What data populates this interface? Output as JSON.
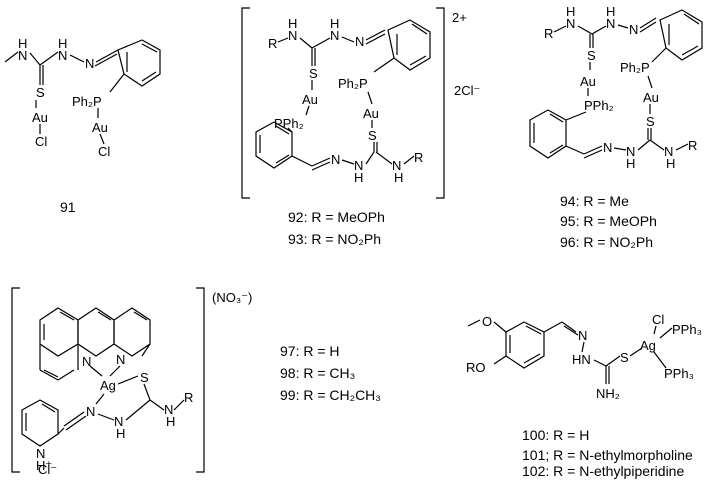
{
  "compounds": [
    {
      "id": "91",
      "labels": []
    },
    {
      "id": "92-93",
      "charge": "2+",
      "counterion": "2Cl⁻",
      "labels": [
        "92: R = MeOPh",
        "93: R = NO₂Ph"
      ]
    },
    {
      "id": "94-96",
      "labels": [
        "94: R = Me",
        "95: R = MeOPh",
        "96: R = NO₂Ph"
      ]
    },
    {
      "id": "97-99",
      "counterion": "(NO₃⁻)",
      "chloride": "Cl⁻",
      "labels": [
        "97: R = H",
        "98: R = CH₃",
        "99: R = CH₂CH₃"
      ]
    },
    {
      "id": "100-102",
      "labels": [
        "100: R = H",
        "101; R = N-ethylmorpholine",
        "102: R = N-ethylpiperidine"
      ]
    }
  ],
  "compound_91_number": "91",
  "atoms": {
    "H": "H",
    "N": "N",
    "S": "S",
    "Au": "Au",
    "Cl": "Cl",
    "P": "P",
    "Ph2P": "Ph₂P",
    "PPh2": "PPh₂",
    "R": "R",
    "Ag": "Ag",
    "Hplus": "H⁺",
    "PPh3": "PPh₃",
    "NH2": "NH₂",
    "HN": "HN",
    "RO": "RO",
    "O": "O"
  }
}
